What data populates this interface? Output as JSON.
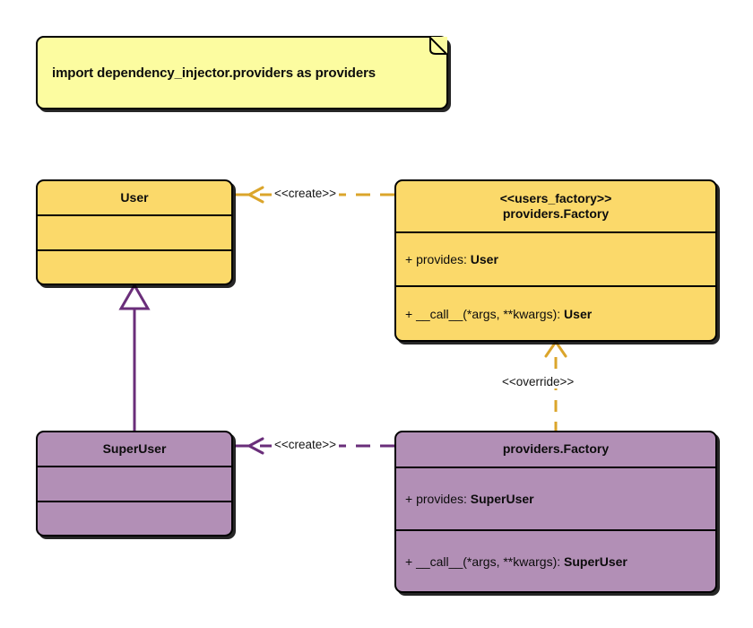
{
  "diagram": {
    "type": "uml-class-diagram",
    "background": "#ffffff",
    "colors": {
      "note_fill": "#fcfca0",
      "user_fill": "#fbd96a",
      "superuser_fill": "#b28fb6",
      "create_arrow_top": "#dba52b",
      "create_arrow_bottom": "#6a2e7a",
      "override_arrow": "#dba52b",
      "inheritance_arrow": "#6a2e7a",
      "border": "#000000"
    }
  },
  "note": {
    "text": "import dependency_injector.providers as providers"
  },
  "classes": {
    "user": {
      "title": "User",
      "stereotype": "",
      "attributes": "",
      "methods": ""
    },
    "users_factory": {
      "stereotype": "<<users_factory>>",
      "title": "providers.Factory",
      "attribute": {
        "visibility": "+",
        "name": "provides:",
        "type": "User",
        "full": "+ provides: User"
      },
      "method": {
        "visibility": "+",
        "signature": "__call__(*args, **kwargs):",
        "type": "User",
        "full": "+ __call__(*args, **kwargs): User"
      }
    },
    "superuser": {
      "title": "SuperUser",
      "stereotype": "",
      "attributes": "",
      "methods": ""
    },
    "superuser_factory": {
      "stereotype": "",
      "title": "providers.Factory",
      "attribute": {
        "visibility": "+",
        "name": "provides:",
        "type": "SuperUser",
        "full": "+ provides: SuperUser"
      },
      "method": {
        "visibility": "+",
        "signature": "__call__(*args, **kwargs):",
        "type": "SuperUser",
        "full": "+ __call__(*args, **kwargs): SuperUser"
      }
    }
  },
  "relationships": {
    "create_user": {
      "label": "<<create>>",
      "style": "dashed",
      "arrowhead": "open",
      "from": "users_factory",
      "to": "User"
    },
    "create_superuser": {
      "label": "<<create>>",
      "style": "dashed",
      "arrowhead": "open",
      "from": "providers.Factory",
      "to": "SuperUser"
    },
    "override": {
      "label": "<<override>>",
      "style": "dashed",
      "arrowhead": "open",
      "from": "providers.Factory",
      "to": "users_factory"
    },
    "inheritance": {
      "label": "",
      "style": "solid",
      "arrowhead": "hollow-triangle",
      "from": "SuperUser",
      "to": "User"
    }
  }
}
